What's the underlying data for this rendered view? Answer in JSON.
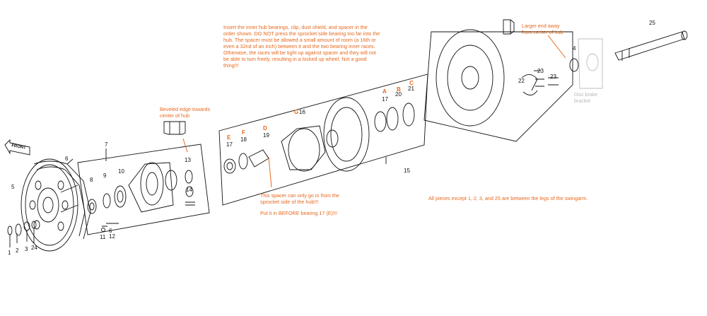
{
  "notes": {
    "install_order": "Insert the inner hub bearings, clip, dust shield, and spacer in the order shown.  DO NOT press the sprocket side bearing too far into the hub.  The spacer must be allowed a small amount of room (a 16th or even a 32nd of an inch) between it and the two bearing inner races.  Otherwise, the races will be tight up against spacer and they will not be able to turn freely, resulting in a locked up wheel.  Not a good thing!!!",
    "beveled_edge": "Beveled edge towards center of hub",
    "spacer_line1": "This spacer can only go in from the sprocket side of the hub!!!",
    "spacer_line2": "Put it in BEFORE bearing 17 (E)!!!",
    "larger_end": "Larger end away from center of hub",
    "swingarm": "All pieces except 1, 2, 3, and 25 are between the legs of the swingarm."
  },
  "grey_labels": {
    "disc_brake_bracket": "Disc brake bracket"
  },
  "front_arrow": "FRONT",
  "part_numbers": {
    "p1": "1",
    "p2": "2",
    "p3": "3",
    "p24": "24",
    "p5": "5",
    "p6": "6",
    "p7": "7",
    "p8": "8",
    "p9": "9",
    "p10": "10",
    "p11": "11",
    "p6b": "6",
    "p12": "12",
    "p13": "13",
    "p14": "14",
    "p17e": "17",
    "p18": "18",
    "p19": "19",
    "p16": "16",
    "p17a": "17",
    "p20": "20",
    "p21": "21",
    "p15": "15",
    "p22": "22",
    "p23a": "23",
    "p23b": "23",
    "p4": "4",
    "p25": "25"
  },
  "letters": {
    "E": "E",
    "F": "F",
    "D": "D",
    "G": "G",
    "A": "A",
    "B": "B",
    "C": "C"
  },
  "colors": {
    "annotation": "#e8681c",
    "line_art": "#111111",
    "faded": "#b8b8b8"
  }
}
